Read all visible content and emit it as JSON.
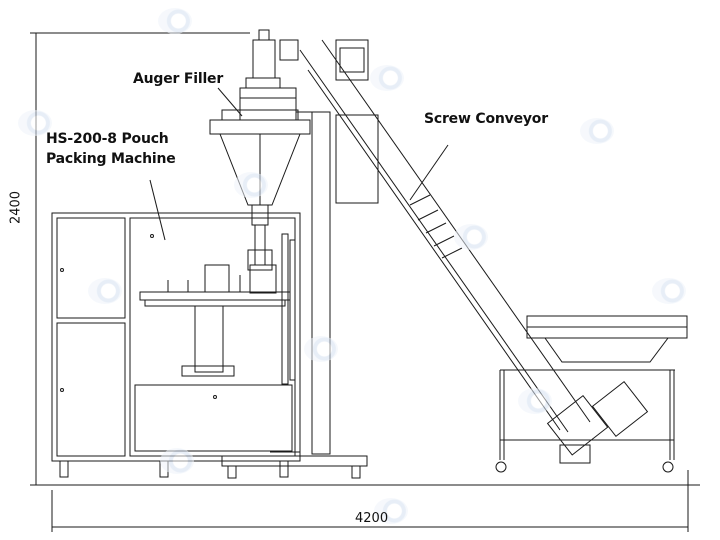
{
  "labels": {
    "auger_filler": "Auger Filler",
    "pouch_machine_line1": "HS-200-8 Pouch",
    "pouch_machine_line2": "Packing Machine",
    "screw_conveyor": "Screw Conveyor"
  },
  "dimensions": {
    "height": "2400",
    "width": "4200"
  },
  "colors": {
    "line": "#1a1a1a",
    "watermark": "#d4e0f0"
  },
  "watermark_icon": "logo-swirl-icon"
}
